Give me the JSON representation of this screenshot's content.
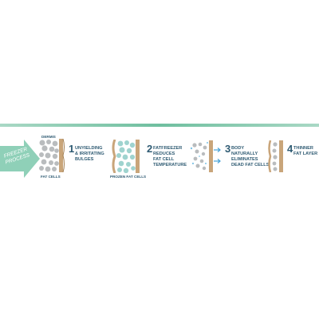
{
  "process_label": [
    "FREEZER",
    "PROCESS"
  ],
  "labels": {
    "dermis": "DERMIS",
    "fat_cells": "FAT CELLS",
    "frozen_fat_cells": "PROZEN FAT CELLS"
  },
  "steps": [
    {
      "number": "1",
      "lines": [
        "UNYIELDING",
        "& IRRITATING",
        "BULGES"
      ]
    },
    {
      "number": "2",
      "lines": [
        "FATFREEZER",
        "REDUCES",
        "FAT CELL",
        "TEMPERATURE"
      ]
    },
    {
      "number": "3",
      "lines": [
        "BODY",
        "NATURALLY",
        "ELIMINATES",
        "DEAD FAT CELLS"
      ]
    },
    {
      "number": "4",
      "lines": [
        "THINNER",
        "FAT LAYER"
      ]
    }
  ],
  "colors": {
    "band": "#6fbf9f",
    "arrow": "#8fd0b8",
    "text": "#2f5b73",
    "fat": "#b9bcbe",
    "frozen_fat": "#9fd3cf",
    "dermis": "#c9a57a",
    "ice": "#7fc3e6"
  }
}
